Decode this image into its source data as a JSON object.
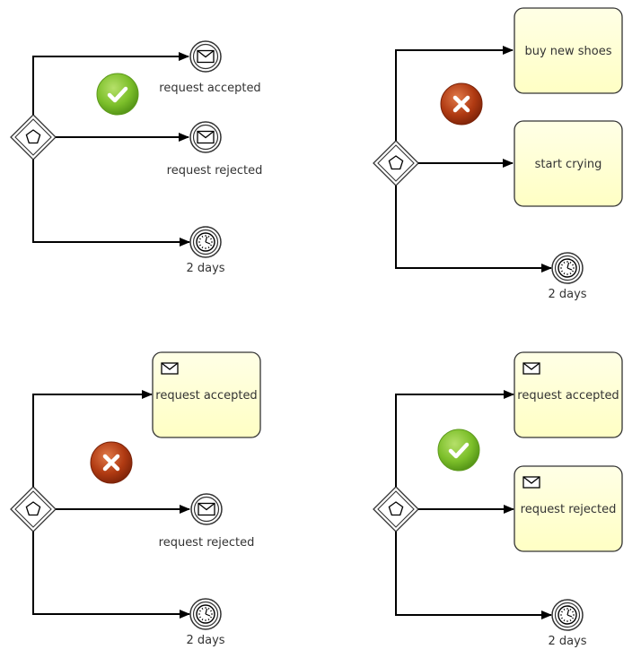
{
  "colors": {
    "task_fill": "#ffffcc",
    "ok_badge": "#7cbf2a",
    "error_badge": "#b03a12",
    "stroke": "#000000"
  },
  "examples": [
    {
      "status": "valid",
      "status_icon": "checkmark-icon",
      "gateway": "event-based-gateway",
      "targets": [
        {
          "kind": "message-catch-event",
          "icon": "envelope-icon",
          "label": "request accepted"
        },
        {
          "kind": "message-catch-event",
          "icon": "envelope-icon",
          "label": "request rejected"
        },
        {
          "kind": "timer-catch-event",
          "icon": "clock-icon",
          "label": "2 days"
        }
      ]
    },
    {
      "status": "invalid",
      "status_icon": "x-icon",
      "gateway": "event-based-gateway",
      "targets": [
        {
          "kind": "task",
          "label": "buy new shoes"
        },
        {
          "kind": "task",
          "label": "start crying"
        },
        {
          "kind": "timer-catch-event",
          "icon": "clock-icon",
          "label": "2 days"
        }
      ]
    },
    {
      "status": "invalid",
      "status_icon": "x-icon",
      "gateway": "event-based-gateway",
      "targets": [
        {
          "kind": "receive-task",
          "icon": "envelope-icon",
          "label": "request accepted"
        },
        {
          "kind": "message-catch-event",
          "icon": "envelope-icon",
          "label": "request rejected"
        },
        {
          "kind": "timer-catch-event",
          "icon": "clock-icon",
          "label": "2 days"
        }
      ]
    },
    {
      "status": "valid",
      "status_icon": "checkmark-icon",
      "gateway": "event-based-gateway",
      "targets": [
        {
          "kind": "receive-task",
          "icon": "envelope-icon",
          "label": "request accepted"
        },
        {
          "kind": "receive-task",
          "icon": "envelope-icon",
          "label": "request rejected"
        },
        {
          "kind": "timer-catch-event",
          "icon": "clock-icon",
          "label": "2 days"
        }
      ]
    }
  ]
}
